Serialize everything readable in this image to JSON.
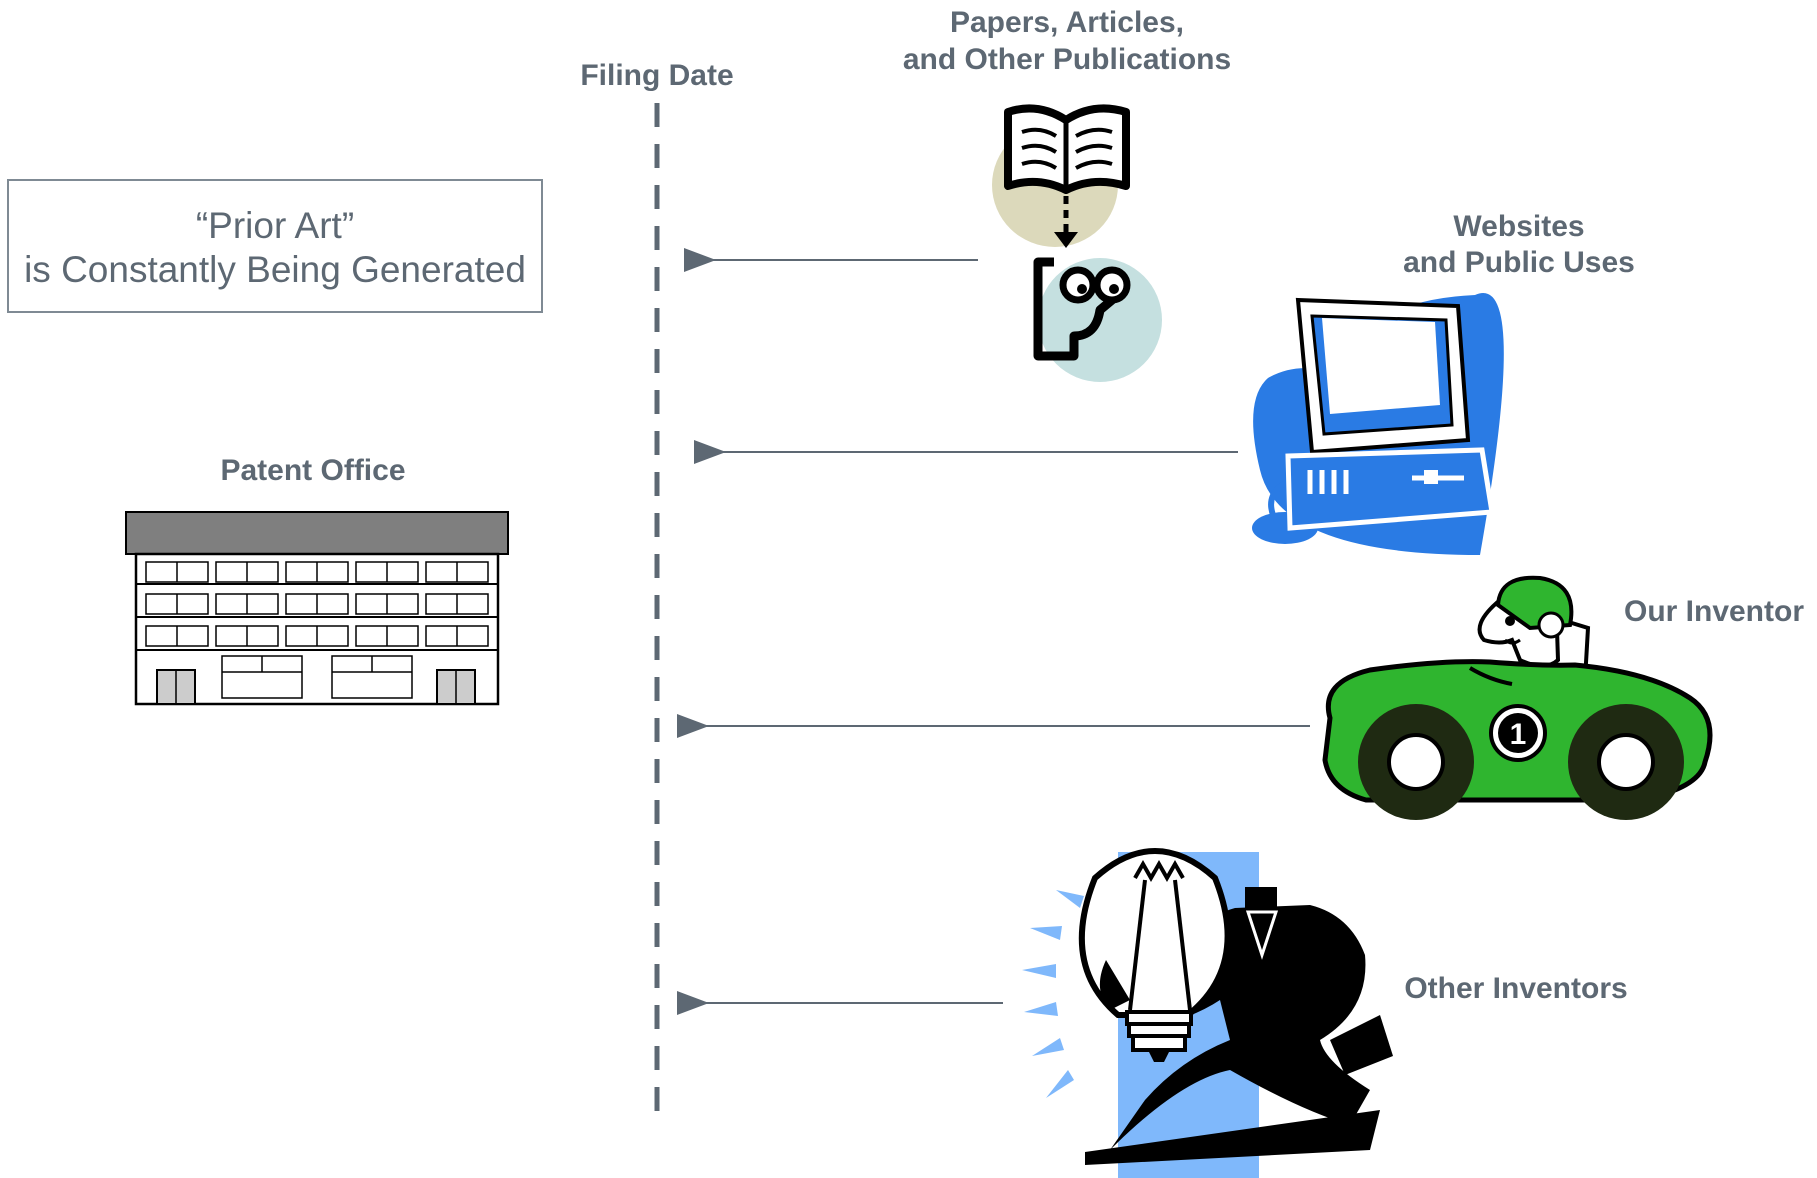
{
  "filing_date_label": "Filing Date",
  "prior_art_box": {
    "line1": "“Prior Art”",
    "line2": "is Constantly Being Generated"
  },
  "patent_office_label": "Patent Office",
  "sources": {
    "publications": {
      "line1": "Papers, Articles,",
      "line2": "and Other Publications"
    },
    "websites": {
      "line1": "Websites",
      "line2": "and Public Uses"
    },
    "our_inventor": "Our Inventor",
    "other_inventors": "Other Inventors"
  },
  "icons": {
    "publications": "book-reader-icon",
    "websites": "computer-icon",
    "our_inventor": "race-car-icon",
    "other_inventors": "lightbulb-businessman-icon",
    "patent_office": "building-icon"
  },
  "colors": {
    "text": "#5d6873",
    "line": "#5d6873",
    "computer_blue": "#2a7be4",
    "car_green": "#2fb52f",
    "light_blue": "#7fb8fb"
  }
}
